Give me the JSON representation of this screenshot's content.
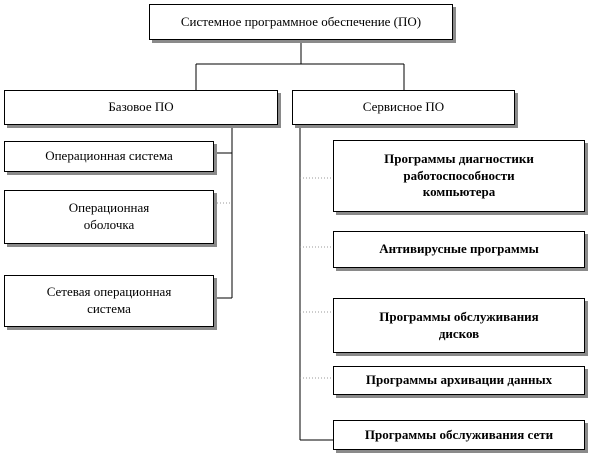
{
  "root": {
    "label": "Системное программное обеспечение (ПО)"
  },
  "base": {
    "label": "Базовое ПО",
    "children": [
      "Операционная  система",
      "Операционная\nоболочка",
      "Сетевая операционная\nсистема"
    ]
  },
  "service": {
    "label": "Сервисное ПО",
    "children": [
      "Программы диагностики\nработоспособности\nкомпьютера",
      "Антивирусные  программы",
      "Программы  обслуживания\nдисков",
      "Программы архивации  данных",
      "Программы  обслуживания  сети"
    ]
  },
  "colors": {
    "border": "#000000",
    "shadow": "#8a8a8a",
    "dotted_connector": "#999999"
  }
}
